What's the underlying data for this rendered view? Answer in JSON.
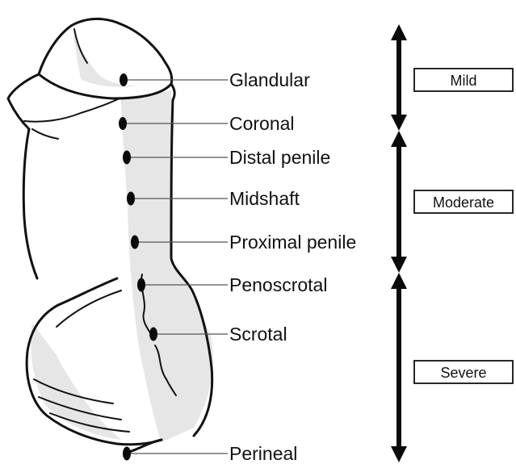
{
  "labels": [
    "Glandular",
    "Coronal",
    "Distal penile",
    "Midshaft",
    "Proximal penile",
    "Penoscrotal",
    "Scrotal",
    "Perineal"
  ],
  "severity": {
    "mild": "Mild",
    "moderate": "Moderate",
    "severe": "Severe"
  }
}
